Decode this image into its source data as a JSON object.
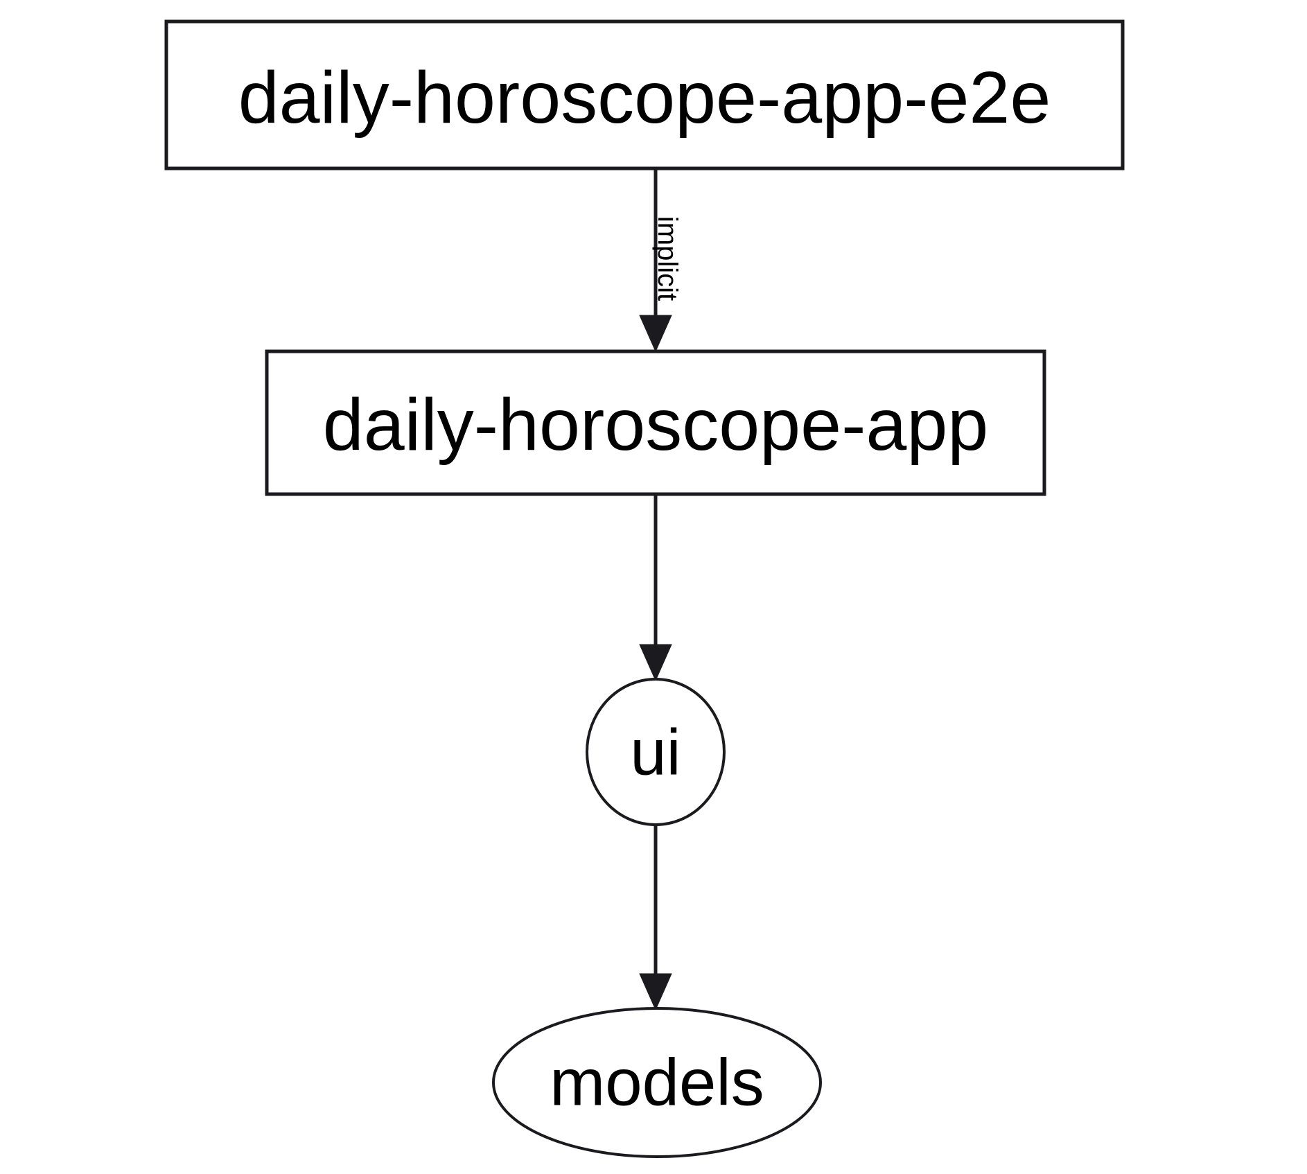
{
  "diagram": {
    "type": "dependency-graph",
    "background_color": "#ffffff",
    "stroke_color": "#1a1a1f",
    "text_color": "#000000",
    "nodes": [
      {
        "id": "daily-horoscope-app-e2e",
        "label": "daily-horoscope-app-e2e",
        "shape": "rectangle"
      },
      {
        "id": "daily-horoscope-app",
        "label": "daily-horoscope-app",
        "shape": "rectangle"
      },
      {
        "id": "ui",
        "label": "ui",
        "shape": "ellipse"
      },
      {
        "id": "models",
        "label": "models",
        "shape": "ellipse"
      }
    ],
    "edges": [
      {
        "from": "daily-horoscope-app-e2e",
        "to": "daily-horoscope-app",
        "label": "implicit",
        "label_orientation": "vertical"
      },
      {
        "from": "daily-horoscope-app",
        "to": "ui",
        "label": ""
      },
      {
        "from": "ui",
        "to": "models",
        "label": ""
      }
    ]
  }
}
